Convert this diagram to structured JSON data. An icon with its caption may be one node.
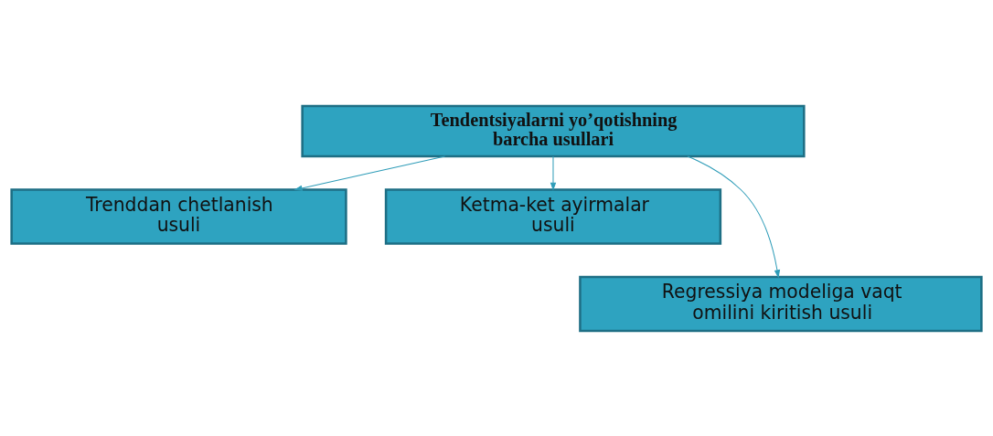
{
  "diagram": {
    "nodes": [
      {
        "text": [
          "Tendentsiyalarni yo’qotishning barcha usullari"
        ]
      },
      {
        "text": [
          "Trenddan chetlanish usuli"
        ]
      },
      {
        "text": [
          "Ketma-ket ayirmalar usuli"
        ]
      },
      {
        "text": [
          "Regressiya modeliga vaqt omilini kiritish usuli"
        ]
      }
    ],
    "edges": [
      {
        "from": 0,
        "to": 1,
        "arrow": "to"
      },
      {
        "from": 0,
        "to": 3,
        "arrow": "to"
      },
      {
        "from": 0,
        "to": 2,
        "arrow": "to"
      }
    ]
  }
}
